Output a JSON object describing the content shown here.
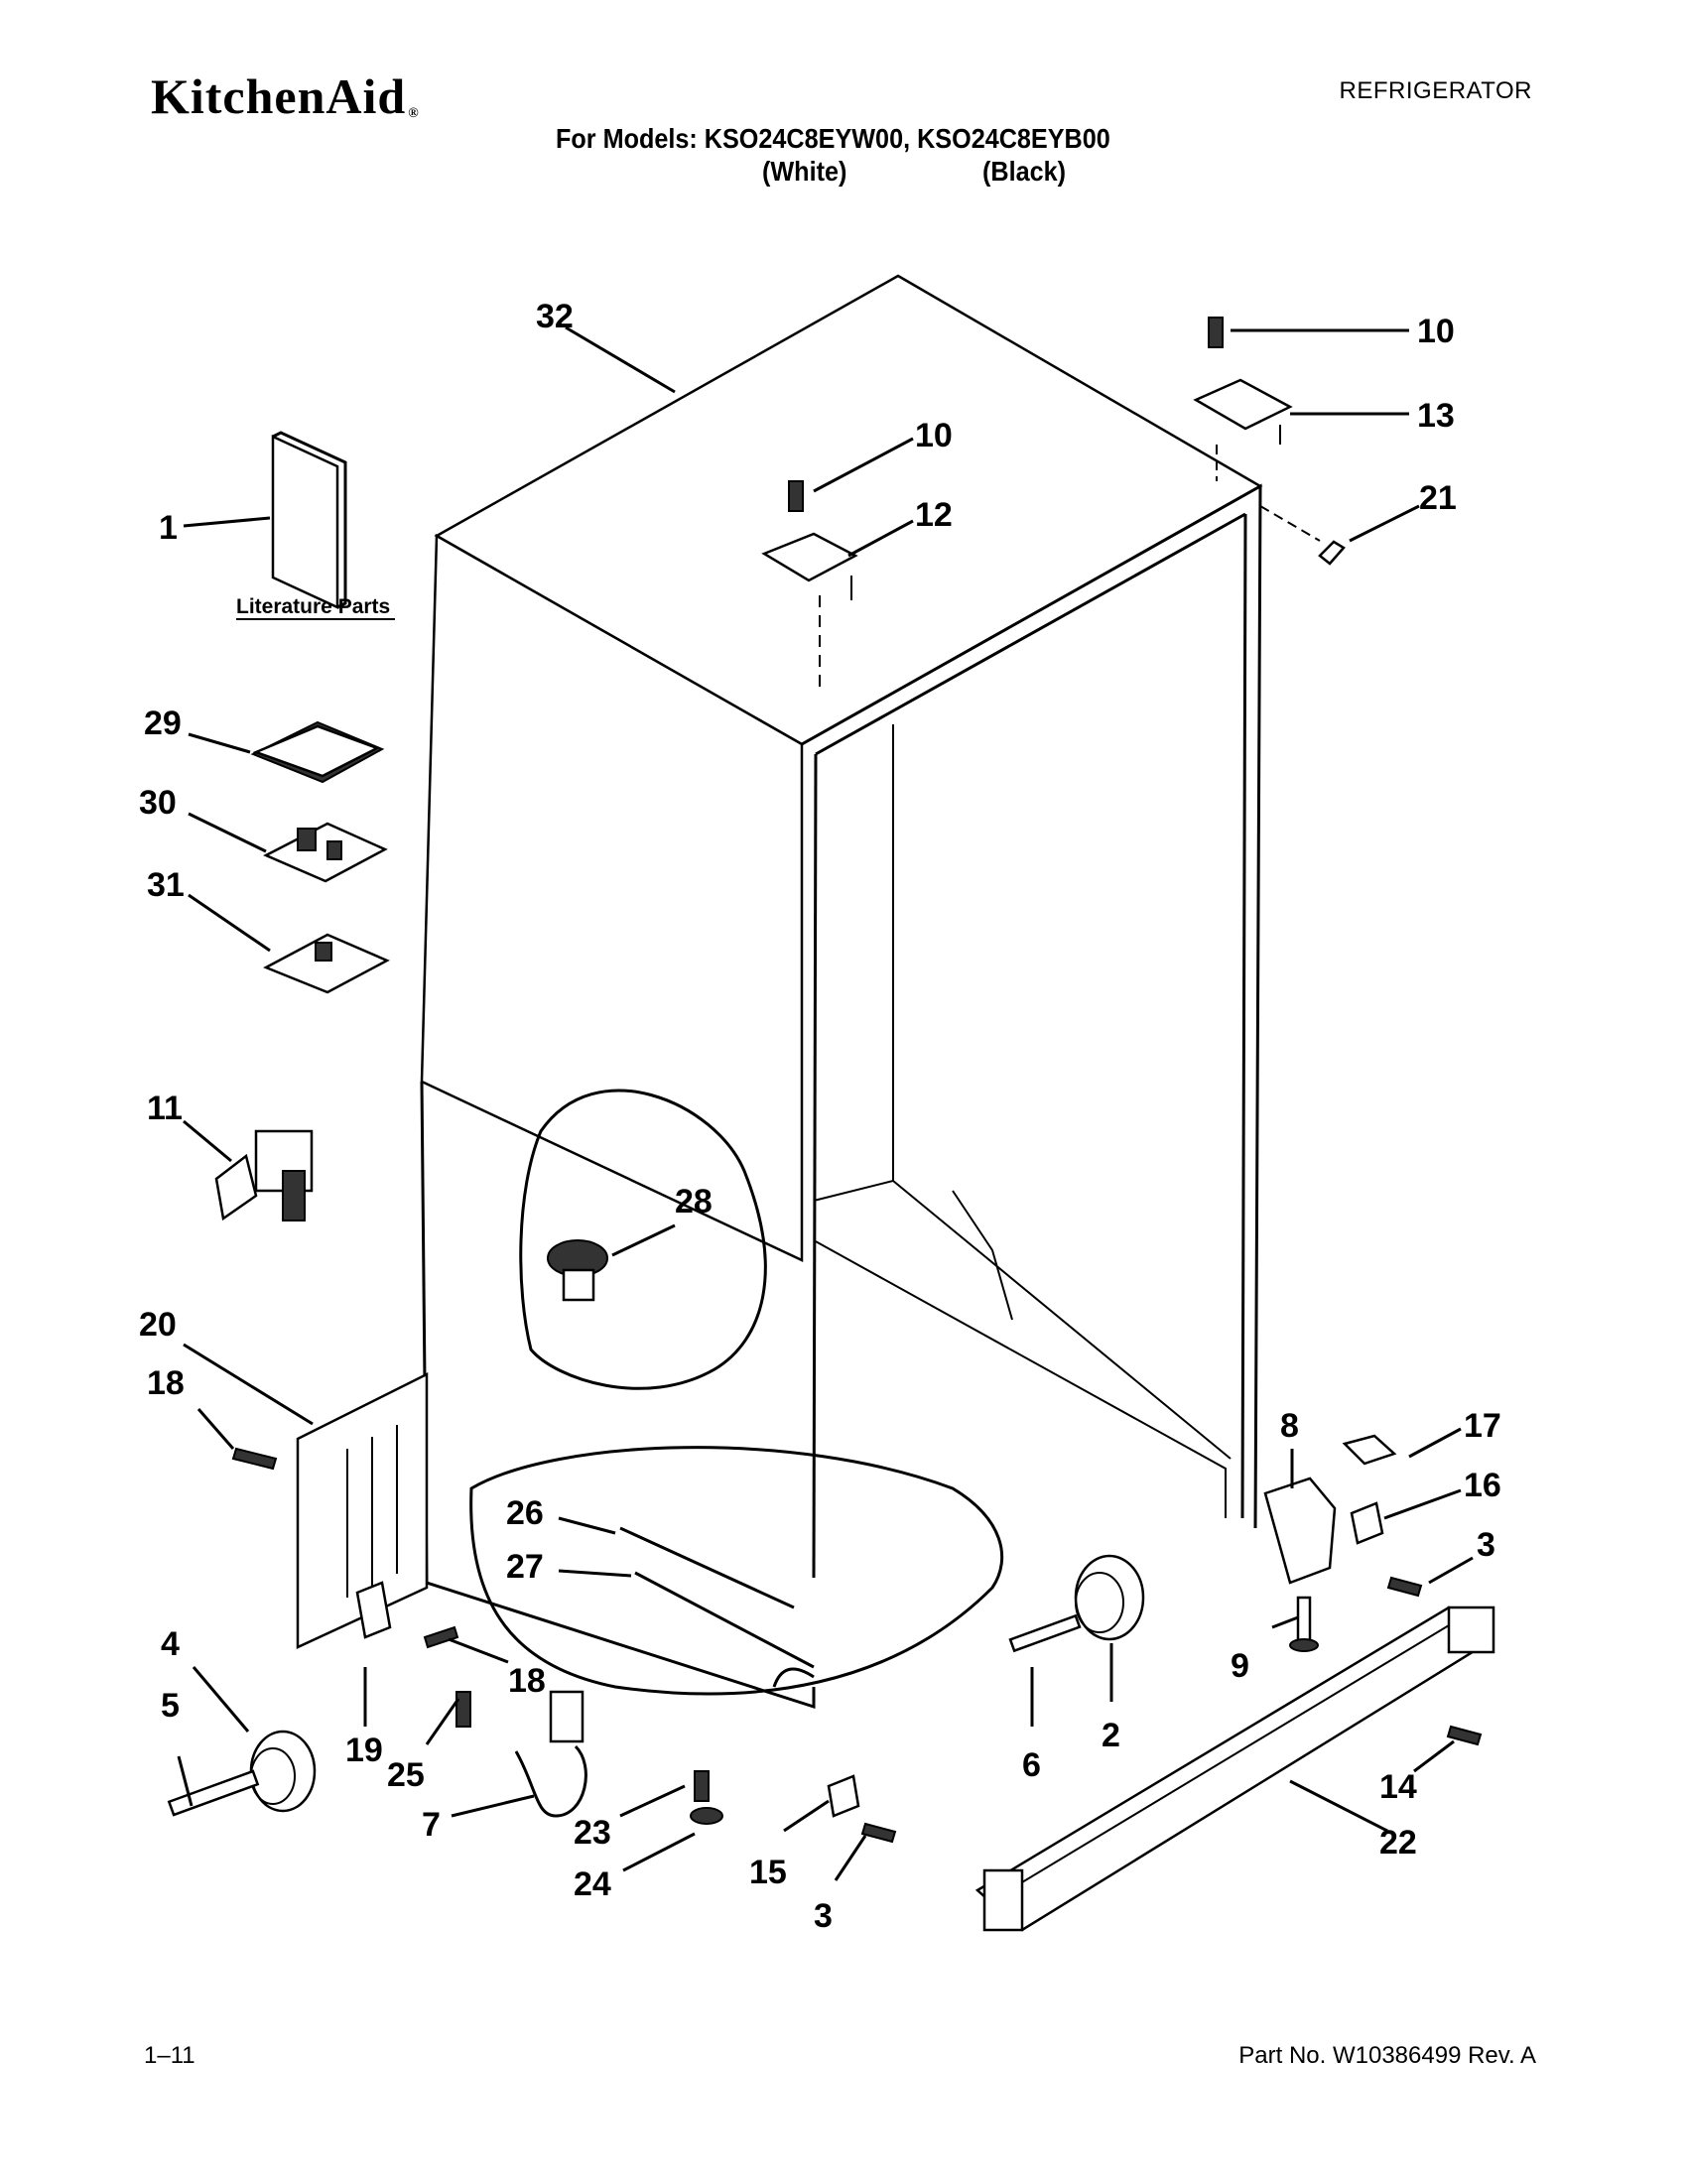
{
  "header": {
    "brand": "KitchenAid",
    "brand_mark": "®",
    "category": "REFRIGERATOR",
    "models_line": "For Models: KSO24C8EYW00, KSO24C8EYB00",
    "variant_white": "(White)",
    "variant_black": "(Black)"
  },
  "footer": {
    "page_number": "1–11",
    "part_number": "Part No. W10386499 Rev. A"
  },
  "diagram": {
    "literature_label": "Literature Parts",
    "callouts": [
      "32",
      "10",
      "10",
      "13",
      "21",
      "12",
      "1",
      "29",
      "30",
      "31",
      "11",
      "28",
      "20",
      "18",
      "8",
      "17",
      "16",
      "3",
      "26",
      "27",
      "9",
      "4",
      "5",
      "19",
      "25",
      "18",
      "7",
      "23",
      "24",
      "15",
      "3",
      "6",
      "2",
      "14",
      "22"
    ]
  },
  "colors": {
    "ink": "#000000",
    "paper": "#ffffff"
  }
}
